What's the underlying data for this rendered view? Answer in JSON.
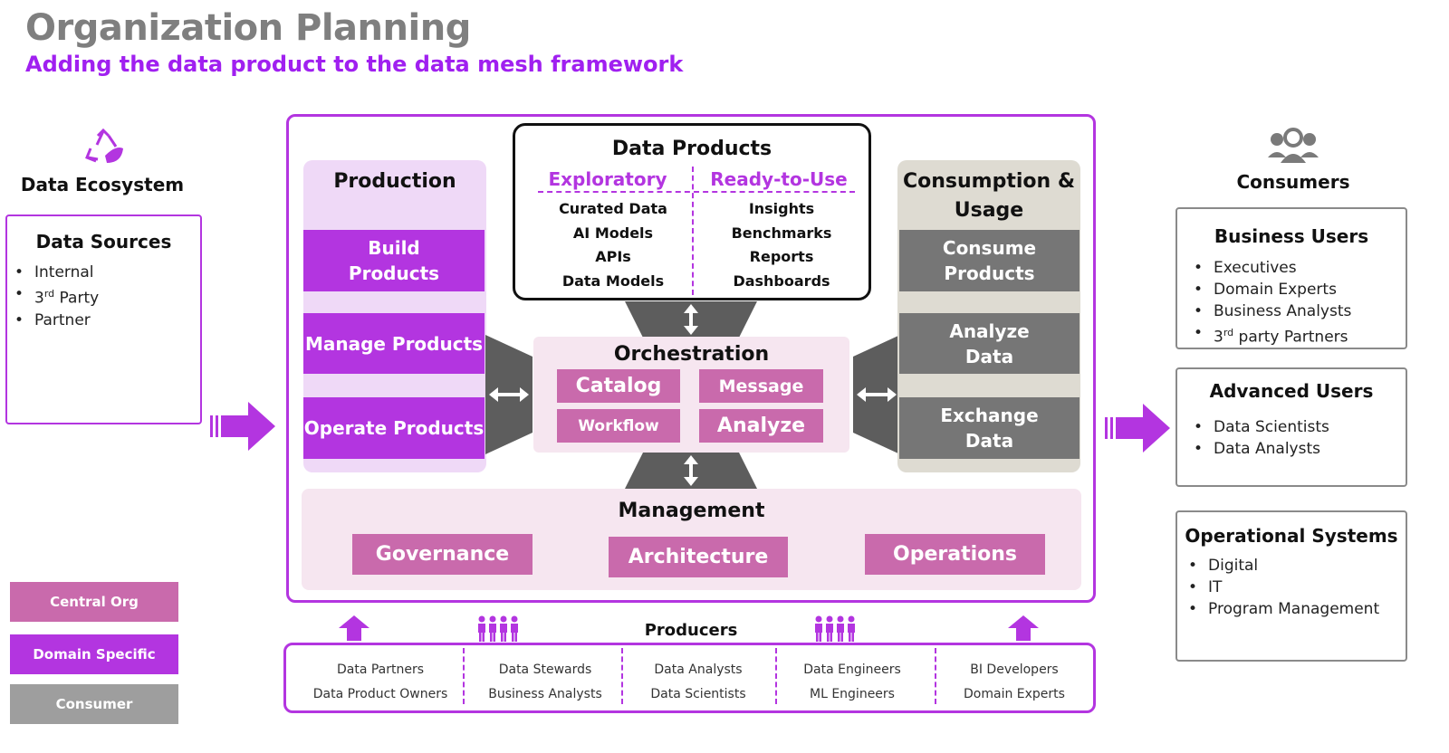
{
  "header": {
    "title": "Organization Planning",
    "subtitle": "Adding the data product to the data mesh framework"
  },
  "ecosystem": {
    "label": "Data Ecosystem",
    "icon": "recycle-leaf-icon",
    "sources": {
      "title": "Data Sources",
      "items": [
        "Internal",
        "Party",
        "Partner"
      ],
      "item2_prefix": "3",
      "item2_sup": "rd"
    }
  },
  "production": {
    "title": "Production",
    "boxes": [
      "Build Products",
      "Manage Products",
      "Operate Products"
    ]
  },
  "data_products": {
    "title": "Data Products",
    "left_head": "Exploratory",
    "right_head": "Ready-to-Use",
    "left_items": [
      "Curated Data",
      "AI Models",
      "APIs",
      "Data Models"
    ],
    "right_items": [
      "Insights",
      "Benchmarks",
      "Reports",
      "Dashboards"
    ]
  },
  "orchestration": {
    "title": "Orchestration",
    "items": [
      "Catalog",
      "Message",
      "Workflow",
      "Analyze"
    ]
  },
  "consumption": {
    "title_line1": "Consumption &",
    "title_line2": "Usage",
    "boxes": [
      "Consume Products",
      "Analyze Data",
      "Exchange Data"
    ]
  },
  "management": {
    "title": "Management",
    "items": [
      "Governance",
      "Architecture",
      "Operations"
    ]
  },
  "producers": {
    "title": "Producers",
    "groups": [
      [
        "Data Partners",
        "Data Product Owners"
      ],
      [
        "Data Stewards",
        "Business Analysts"
      ],
      [
        "Data Analysts",
        "Data Scientists"
      ],
      [
        "Data Engineers",
        "ML Engineers"
      ],
      [
        "BI Developers",
        "Domain Experts"
      ]
    ]
  },
  "consumers": {
    "label": "Consumers",
    "icon": "people-group-icon",
    "business": {
      "title": "Business Users",
      "items": [
        "Executives",
        "Domain Experts",
        "Business Analysts",
        "party Partners"
      ],
      "item4_prefix": "3",
      "item4_sup": "rd"
    },
    "advanced": {
      "title": "Advanced Users",
      "items": [
        "Data Scientists",
        "Data Analysts"
      ]
    },
    "operational": {
      "title": "Operational Systems",
      "items": [
        "Digital",
        "IT",
        "Program Management"
      ]
    }
  },
  "legend": {
    "items": [
      "Central Org",
      "Domain Specific",
      "Consumer"
    ]
  },
  "colors": {
    "purple": "#b335e0",
    "pink": "#c96aac",
    "gray": "#767676",
    "light_purple": "#efd9f7",
    "light_pink": "#f6e6f0",
    "tan": "#dedbd2"
  }
}
